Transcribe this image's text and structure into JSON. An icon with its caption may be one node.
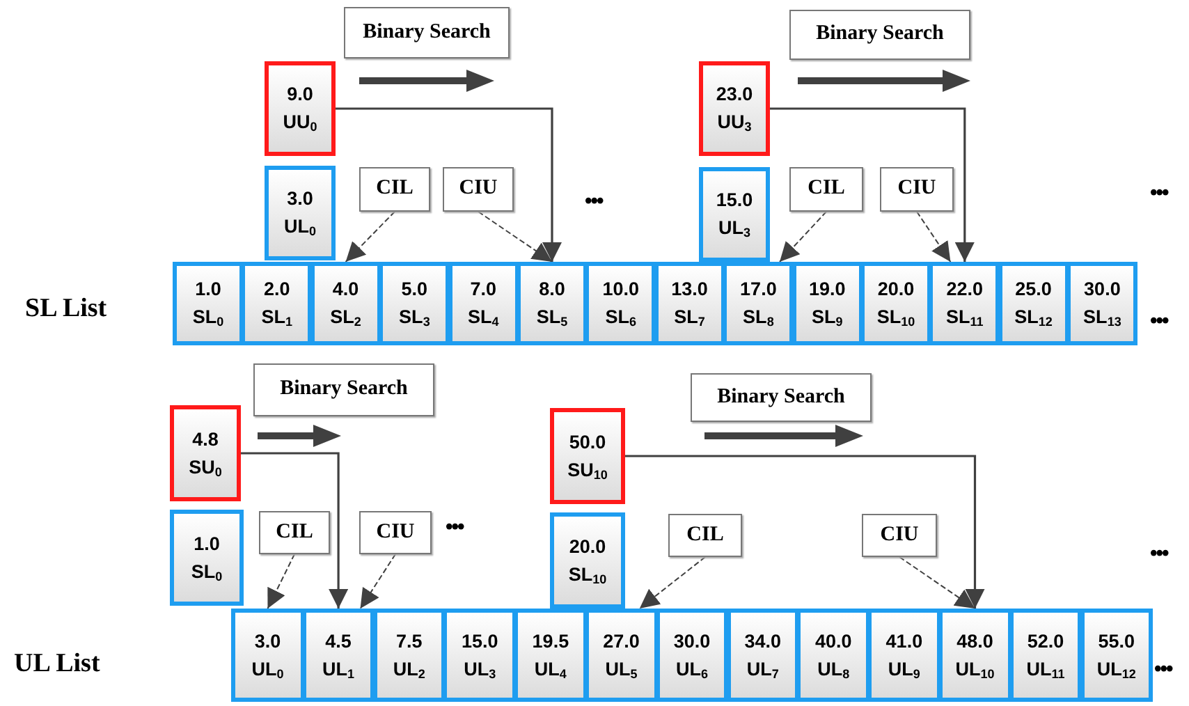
{
  "diagram": {
    "nodes": [
      {
        "text": [
          "Binary Search"
        ]
      },
      {
        "text": [
          "9.0",
          "UU$_{0}$"
        ]
      },
      {
        "text": [
          "3.0",
          "UL$_{0}$"
        ]
      },
      {
        "text": [
          "CIL"
        ]
      },
      {
        "text": [
          "CIU"
        ]
      },
      {
        "text": [
          "Binary Search"
        ]
      },
      {
        "text": [
          "23.0",
          "UU$_{3}$"
        ]
      },
      {
        "text": [
          "15.0",
          "UL$_{3}$"
        ]
      },
      {
        "text": [
          "CIL"
        ]
      },
      {
        "text": [
          "CIU"
        ]
      },
      {
        "text": [
          "1.0",
          "SL$_{0}$"
        ]
      },
      {
        "text": [
          "2.0",
          "SL$_{1}$"
        ]
      },
      {
        "text": [
          "4.0",
          "SL$_{2}$"
        ]
      },
      {
        "text": [
          "5.0",
          "SL$_{3}$"
        ]
      },
      {
        "text": [
          "7.0",
          "SL$_{4}$"
        ]
      },
      {
        "text": [
          "8.0",
          "SL$_{5}$"
        ]
      },
      {
        "text": [
          "10.0",
          "SL$_{6}$"
        ]
      },
      {
        "text": [
          "13.0",
          "SL$_{7}$"
        ]
      },
      {
        "text": [
          "17.0",
          "SL$_{8}$"
        ]
      },
      {
        "text": [
          "19.0",
          "SL$_{9}$"
        ]
      },
      {
        "text": [
          "20.0",
          "SL$_{10}$"
        ]
      },
      {
        "text": [
          "22.0",
          "SL$_{11}$"
        ]
      },
      {
        "text": [
          "25.0",
          "SL$_{12}$"
        ]
      },
      {
        "text": [
          "30.0",
          "SL$_{13}$"
        ]
      },
      {
        "text": [
          "Binary Search"
        ]
      },
      {
        "text": [
          "4.8",
          "SU$_{0}$"
        ]
      },
      {
        "text": [
          "1.0",
          "SL$_{0}$"
        ]
      },
      {
        "text": [
          "CIL"
        ]
      },
      {
        "text": [
          "CIU"
        ]
      },
      {
        "text": [
          "Binary Search"
        ]
      },
      {
        "text": [
          "50.0",
          "SU$_{10}$"
        ]
      },
      {
        "text": [
          "20.0",
          "SL$_{10}$"
        ]
      },
      {
        "text": [
          "CIL"
        ]
      },
      {
        "text": [
          "CIU"
        ]
      },
      {
        "text": [
          "3.0",
          "UL$_{0}$"
        ]
      },
      {
        "text": [
          "4.5",
          "UL$_{1}$"
        ]
      },
      {
        "text": [
          "7.5",
          "UL$_{2}$"
        ]
      },
      {
        "text": [
          "15.0",
          "UL$_{3}$"
        ]
      },
      {
        "text": [
          "19.5",
          "UL$_{4}$"
        ]
      },
      {
        "text": [
          "27.0",
          "UL$_{5}$"
        ]
      },
      {
        "text": [
          "30.0",
          "UL$_{6}$"
        ]
      },
      {
        "text": [
          "34.0",
          "UL$_{7}$"
        ]
      },
      {
        "text": [
          "40.0",
          "UL$_{8}$"
        ]
      },
      {
        "text": [
          "41.0",
          "UL$_{9}$"
        ]
      },
      {
        "text": [
          "48.0",
          "UL$_{10}$"
        ]
      },
      {
        "text": [
          "52.0",
          "UL$_{11}$"
        ]
      },
      {
        "text": [
          "55.0",
          "UL$_{12}$"
        ]
      }
    ],
    "edges": [
      {
        "from": 1,
        "to": 15,
        "arrow": "to"
      },
      {
        "from": 3,
        "to": 12,
        "arrow": "to",
        "style": "dashed"
      },
      {
        "from": 4,
        "to": 15,
        "arrow": "to",
        "style": "dashed"
      },
      {
        "from": 6,
        "to": 21,
        "arrow": "to"
      },
      {
        "from": 8,
        "to": 18,
        "arrow": "to",
        "style": "dashed"
      },
      {
        "from": 9,
        "to": 21,
        "arrow": "to",
        "style": "dashed"
      },
      {
        "from": 25,
        "to": 35,
        "arrow": "to"
      },
      {
        "from": 27,
        "to": 34,
        "arrow": "to",
        "style": "dashed"
      },
      {
        "from": 28,
        "to": 35,
        "arrow": "to",
        "style": "dashed"
      },
      {
        "from": 30,
        "to": 44,
        "arrow": "to"
      },
      {
        "from": 32,
        "to": 39,
        "arrow": "to",
        "style": "dashed"
      },
      {
        "from": 33,
        "to": 44,
        "arrow": "to",
        "style": "dashed"
      }
    ],
    "labels": [
      "•••",
      "•••",
      "SL List",
      "•••",
      "•••",
      "•••",
      "UL List",
      "•••"
    ]
  }
}
